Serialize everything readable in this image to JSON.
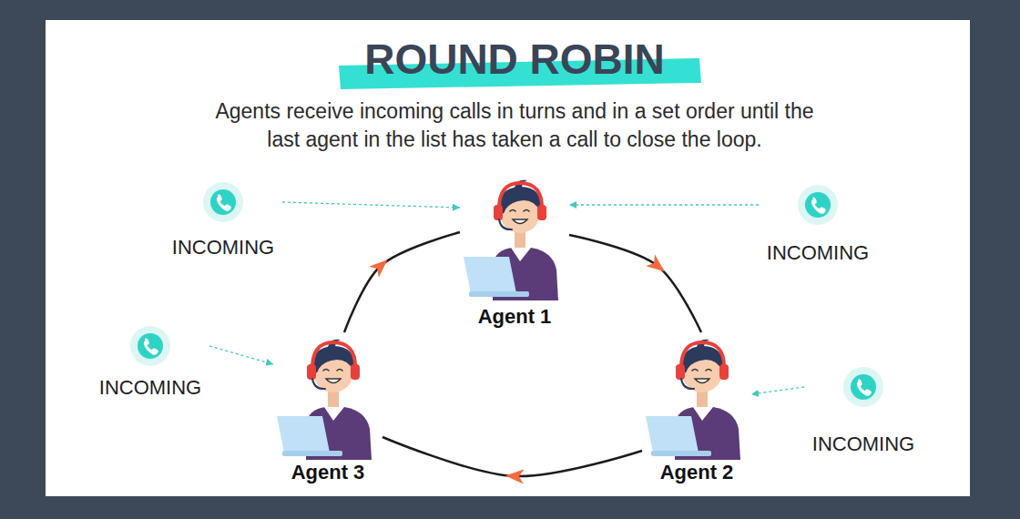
{
  "diagram": {
    "title": "ROUND ROBIN",
    "nodes": [
      {
        "text": [
          "INCOMING"
        ]
      },
      {
        "text": [
          "Agent 1"
        ]
      },
      {
        "text": [
          "INCOMING"
        ]
      },
      {
        "text": [
          "INCOMING"
        ]
      },
      {
        "text": [
          "Agent 3"
        ]
      },
      {
        "text": [
          "Agent 2"
        ]
      },
      {
        "text": [
          "INCOMING"
        ]
      }
    ],
    "edges": [
      {
        "from": 1,
        "to": 5,
        "arrow": "to"
      },
      {
        "from": 5,
        "to": 4,
        "arrow": "to"
      },
      {
        "from": 4,
        "to": 1,
        "arrow": "to"
      },
      {
        "from": 0,
        "to": 1,
        "arrow": "to"
      },
      {
        "from": 2,
        "to": 1,
        "arrow": "to"
      },
      {
        "from": 3,
        "to": 4,
        "arrow": "to"
      },
      {
        "from": 6,
        "to": 5,
        "arrow": "to"
      }
    ],
    "labels": [
      "Agents receive incoming calls in turns and in a set order until the last agent in the list has taken a call to close the loop."
    ]
  }
}
